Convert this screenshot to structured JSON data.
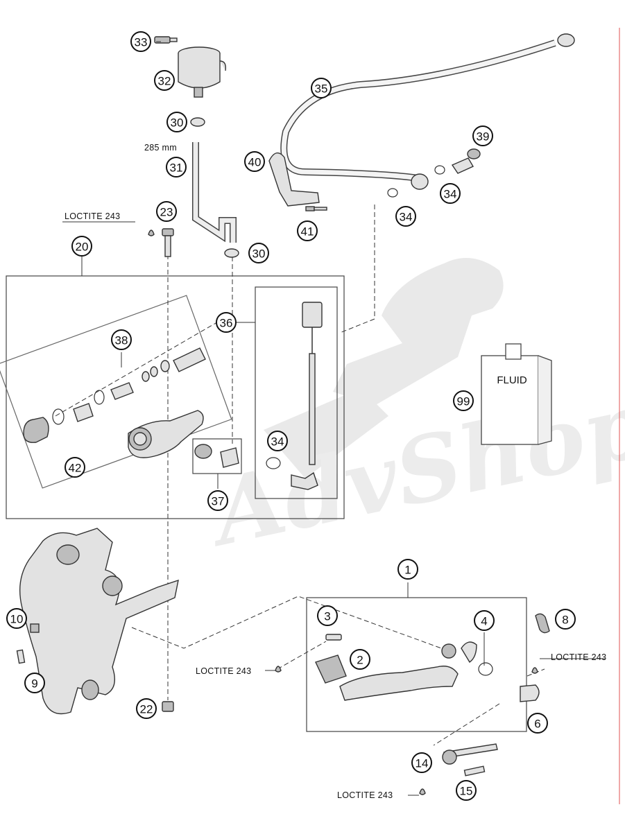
{
  "callouts": [
    "1",
    "2",
    "3",
    "4",
    "6",
    "8",
    "9",
    "10",
    "14",
    "15",
    "20",
    "22",
    "23",
    "30",
    "30",
    "31",
    "32",
    "33",
    "34",
    "34",
    "34",
    "35",
    "36",
    "37",
    "38",
    "39",
    "40",
    "41",
    "42",
    "99"
  ],
  "texts": {
    "loctite": "LOCTITE 243",
    "hose_length": "285 mm",
    "fluid": "FLUID",
    "watermark": "AdvShop"
  }
}
